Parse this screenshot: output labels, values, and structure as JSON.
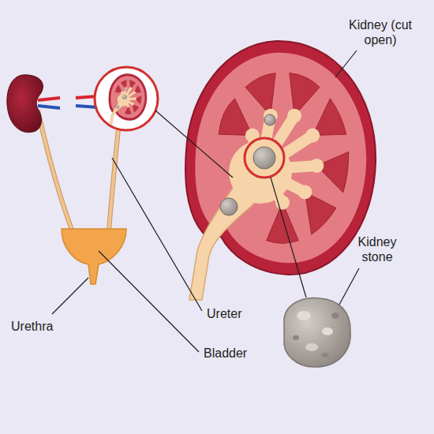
{
  "diagram": {
    "labels": [
      "Kidney (cut open)",
      "Kidney stone",
      "Ureter",
      "Urethra",
      "Bladder"
    ]
  }
}
